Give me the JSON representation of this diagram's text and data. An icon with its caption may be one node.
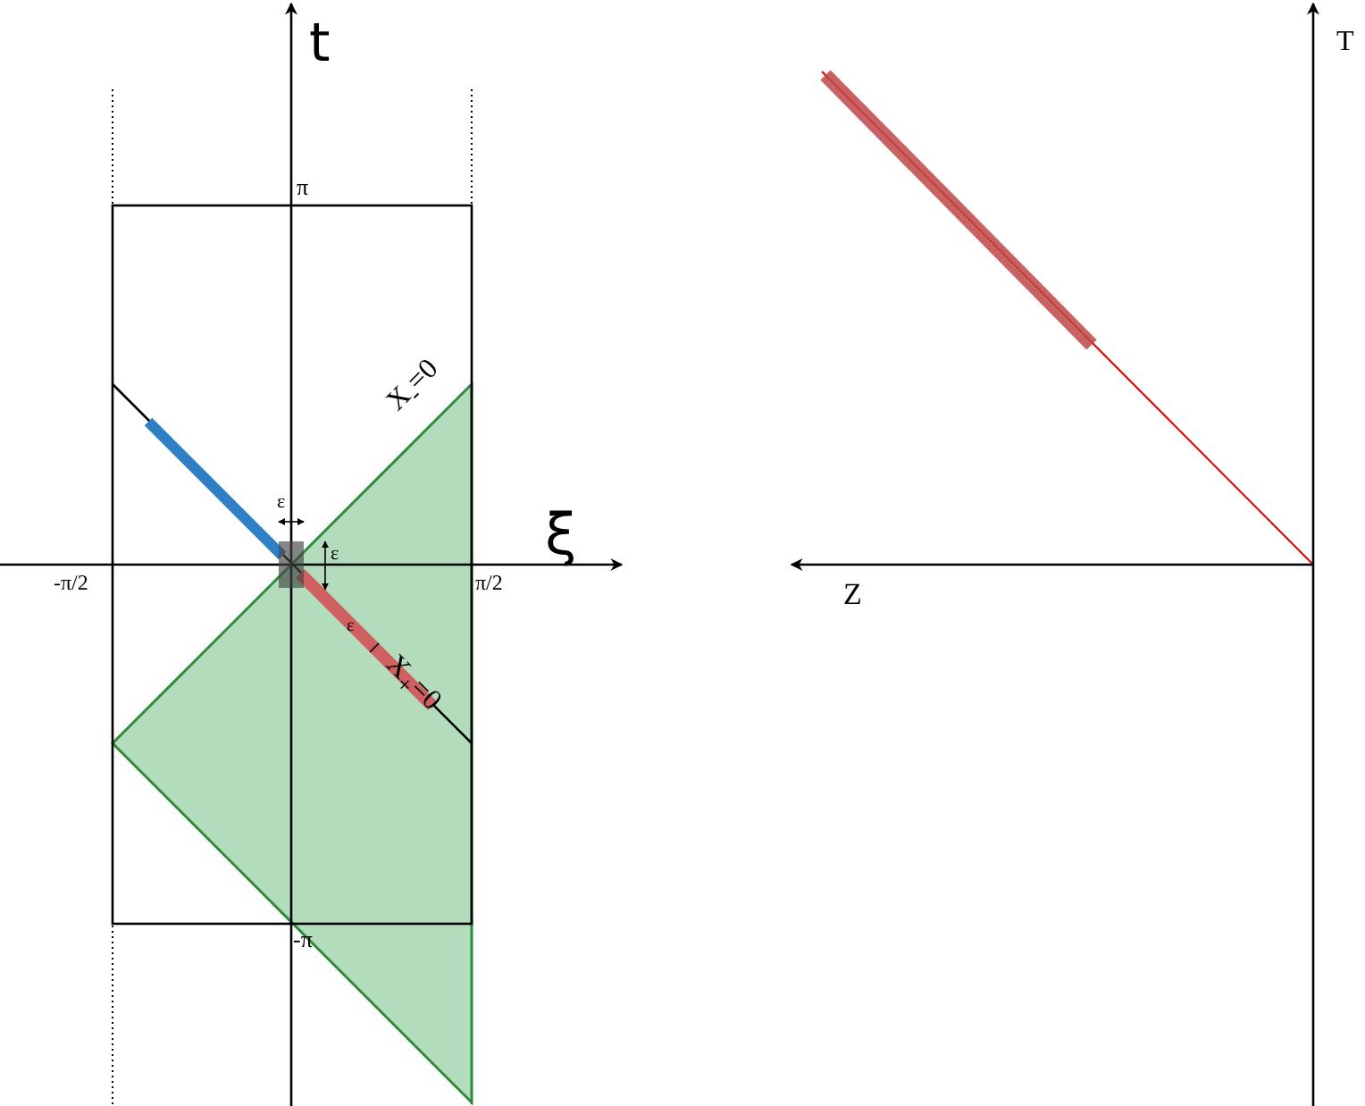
{
  "diagram": {
    "labels": [
      "t",
      "π",
      "X$_{-}$=0",
      "ε",
      "ε",
      "ξ",
      "-π/2",
      "π/2",
      "ε",
      "X$_{+}$=0",
      "-π",
      "T",
      "Z"
    ]
  }
}
